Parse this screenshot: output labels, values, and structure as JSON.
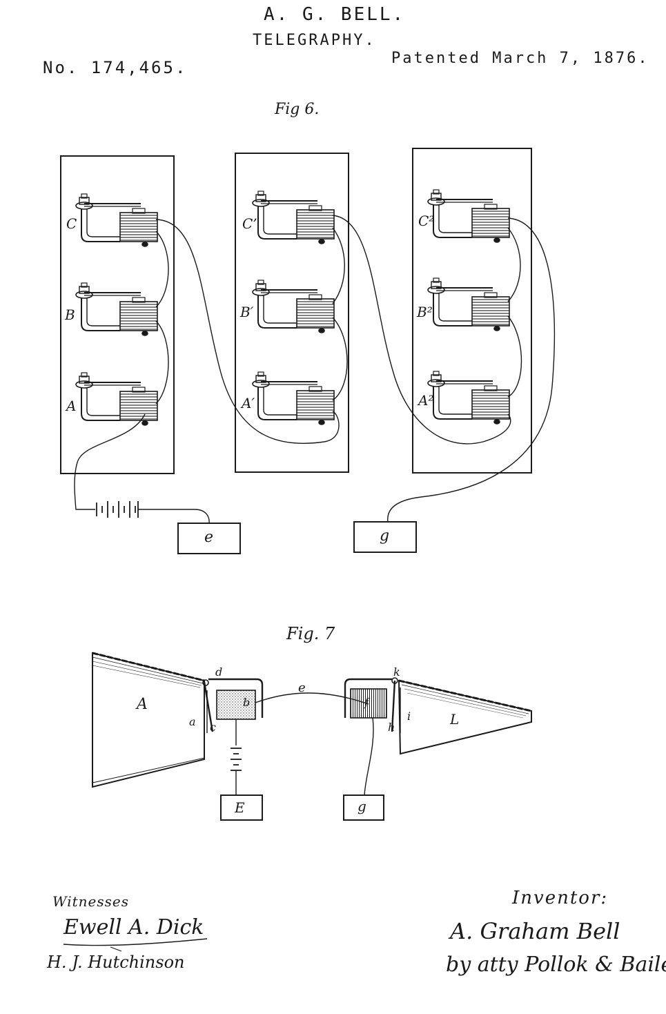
{
  "header": {
    "inventor_line": "A. G. BELL.",
    "subject": "TELEGRAPHY.",
    "patent_number": "No. 174,465.",
    "patent_date": "Patented March 7, 1876."
  },
  "fig6": {
    "title": "Fig 6.",
    "panels": [
      {
        "labels": [
          "C",
          "B",
          "A"
        ]
      },
      {
        "labels": [
          "C’",
          "B′",
          "A′"
        ]
      },
      {
        "labels": [
          "C²",
          "B²",
          "A²"
        ]
      }
    ],
    "box_e": "e",
    "box_g": "g"
  },
  "fig7": {
    "title": "Fig. 7",
    "labels": {
      "A": "A",
      "a": "a",
      "c": "c",
      "d": "d",
      "b": "b",
      "e": "e",
      "f": "f",
      "k": "k",
      "h": "h",
      "i": "i",
      "L": "L"
    },
    "box_E": "E",
    "box_g": "g"
  },
  "footer": {
    "witnesses_label": "Witnesses",
    "witness_1": "Ewell A. Dick",
    "witness_2": "H. J. Hutchinson",
    "inventor_label": "Inventor:",
    "inventor_signature": "A. Graham Bell",
    "attorney_signature": "by atty Pollok & Bailey"
  }
}
